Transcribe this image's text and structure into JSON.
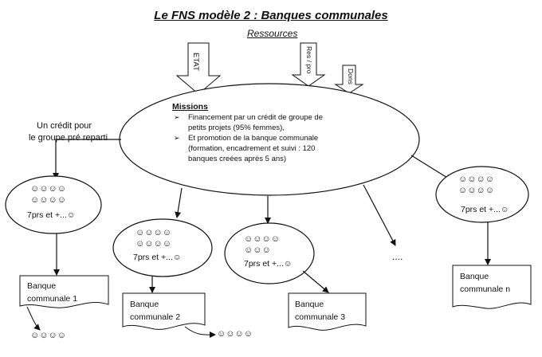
{
  "title": "Le FNS modèle 2 : Banques communales",
  "resources_label": "Ressources",
  "inputs": [
    {
      "label": "ETAT"
    },
    {
      "label": "Res / pro"
    },
    {
      "label": "Dons"
    }
  ],
  "left_note_lines": [
    "Un crédit pour",
    "le groupe pré reparti"
  ],
  "missions": {
    "heading": "Missions",
    "bullets": [
      {
        "marker": "➢",
        "lines": [
          "Financement  par un crédit de groupe de",
          "petits projets (95% femmes),"
        ]
      },
      {
        "marker": "➢",
        "lines": [
          "Et promotion de la banque communale",
          "(formation, encadrement et suivi : 120",
          "banques creées après 5 ans)"
        ]
      }
    ]
  },
  "groups": [
    {
      "rows": [
        "☺☺☺☺",
        "☺☺☺☺"
      ],
      "label": "7prs et +...☺"
    },
    {
      "rows": [
        "☺☺☺☺",
        "☺☺☺☺"
      ],
      "label": "7prs et +...☺"
    },
    {
      "rows": [
        "☺☺☺☺",
        "☺☺☺"
      ],
      "label": "7prs et +...☺"
    },
    {
      "rows": [
        "☺☺☺☺",
        "☺☺☺☺"
      ],
      "label": "7prs et +...☺"
    }
  ],
  "banks": [
    {
      "lines": [
        "Banque",
        "communale 1"
      ]
    },
    {
      "lines": [
        "Banque",
        "communale 2"
      ]
    },
    {
      "lines": [
        "Banque",
        "communale 3"
      ]
    },
    {
      "lines": [
        "Banque",
        "communale n"
      ]
    }
  ],
  "outputs": [
    "☺☺☺☺",
    "☺☺☺☺"
  ],
  "ellipsis": "...."
}
